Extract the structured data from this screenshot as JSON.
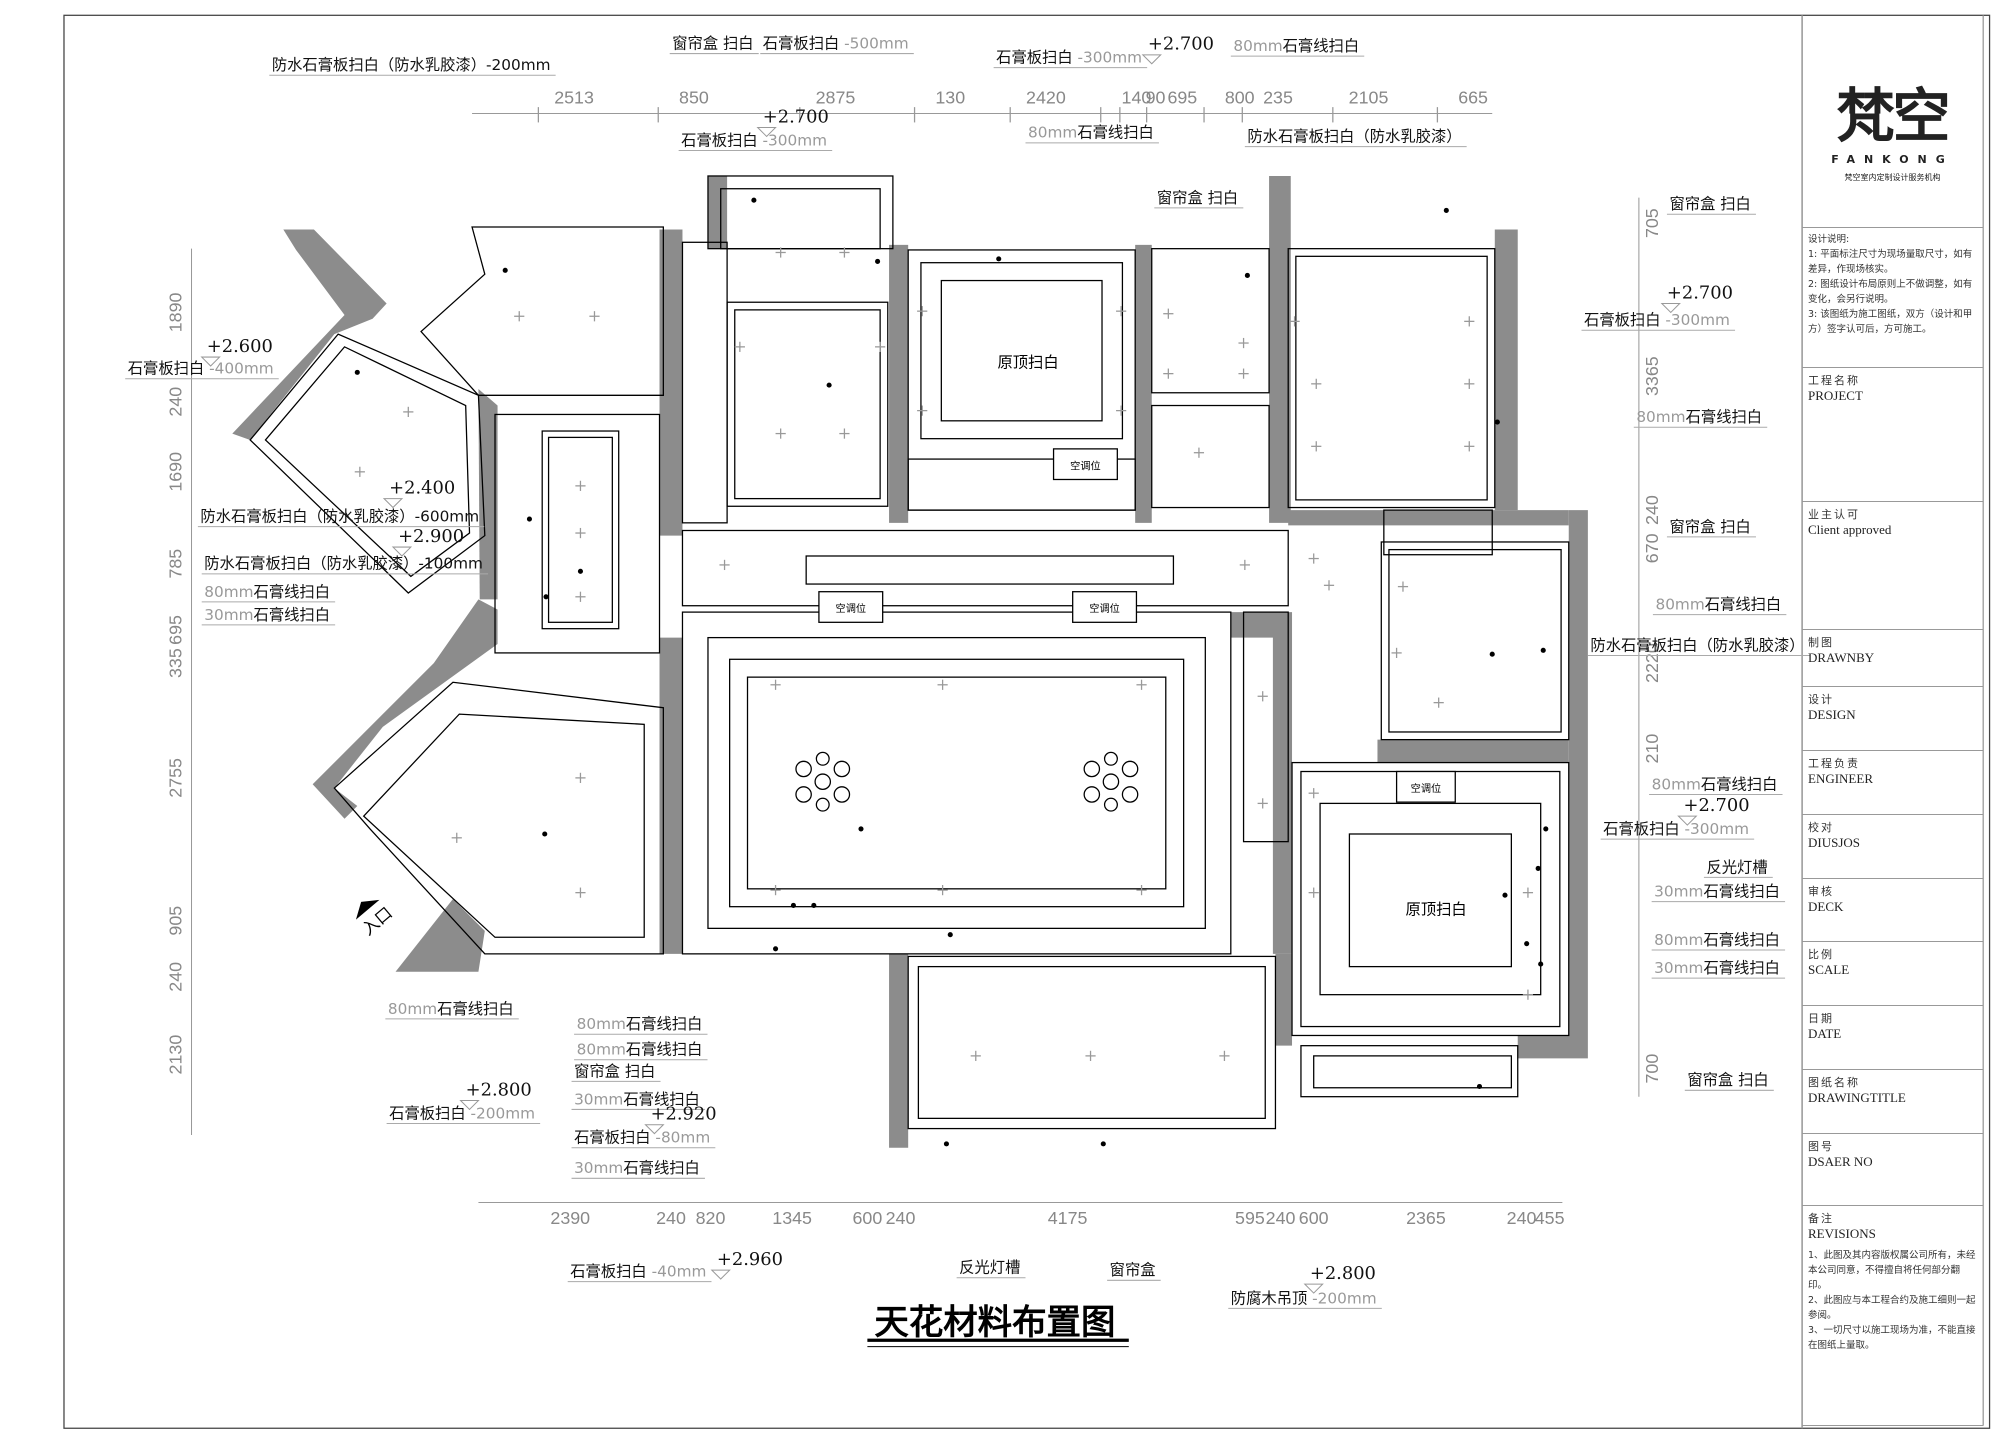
{
  "drawing_title": "天花材料布置图",
  "colors": {
    "wall": "#8c8c8c",
    "line": "#000000",
    "dim": "#888888"
  },
  "dimensions": {
    "top": [
      "2513",
      "850",
      "2875",
      "130",
      "2420",
      "140",
      "90",
      "695",
      "800",
      "235",
      "2105",
      "665"
    ],
    "bottom": [
      "2390",
      "240",
      "820",
      "1345",
      "600",
      "240",
      "4175",
      "595",
      "240",
      "600",
      "2365",
      "240",
      "455"
    ],
    "left": [
      "1890",
      "240",
      "1690",
      "785",
      "695",
      "335",
      "2755",
      "905",
      "240",
      "2130"
    ],
    "right": [
      "705",
      "3365",
      "240",
      "670",
      "2220",
      "210",
      "700"
    ]
  },
  "annotations": [
    {
      "pre": "",
      "text": "防水石膏板扫白（防水乳胶漆）-200mm",
      "post": ""
    },
    {
      "pre": "",
      "text": "窗帘盒 扫白",
      "post": ""
    },
    {
      "pre": "",
      "text": "石膏板扫白",
      "post": " -500mm"
    },
    {
      "pre": "",
      "text": "石膏板扫白",
      "post": " -300mm"
    },
    {
      "pre": "",
      "text": "石膏板扫白",
      "post": " -300mm"
    },
    {
      "pre": "80mm",
      "text": "石膏线扫白",
      "post": ""
    },
    {
      "pre": "80mm",
      "text": "石膏线扫白",
      "post": ""
    },
    {
      "pre": "",
      "text": "防水石膏板扫白（防水乳胶漆）",
      "post": ""
    },
    {
      "pre": "",
      "text": "窗帘盒 扫白",
      "post": ""
    },
    {
      "pre": "",
      "text": "窗帘盒 扫白",
      "post": ""
    },
    {
      "pre": "",
      "text": "石膏板扫白",
      "post": " -300mm"
    },
    {
      "pre": "80mm",
      "text": "石膏线扫白",
      "post": ""
    },
    {
      "pre": "",
      "text": "窗帘盒 扫白",
      "post": ""
    },
    {
      "pre": "80mm",
      "text": "石膏线扫白",
      "post": ""
    },
    {
      "pre": "",
      "text": "防水石膏板扫白（防水乳胶漆）",
      "post": ""
    },
    {
      "pre": "80mm",
      "text": "石膏线扫白",
      "post": ""
    },
    {
      "pre": "",
      "text": "石膏板扫白",
      "post": " -300mm"
    },
    {
      "pre": "",
      "text": "反光灯槽",
      "post": ""
    },
    {
      "pre": "30mm",
      "text": "石膏线扫白",
      "post": ""
    },
    {
      "pre": "80mm",
      "text": "石膏线扫白",
      "post": ""
    },
    {
      "pre": "30mm",
      "text": "石膏线扫白",
      "post": ""
    },
    {
      "pre": "",
      "text": "窗帘盒 扫白",
      "post": ""
    },
    {
      "pre": "",
      "text": "石膏板扫白",
      "post": " -400mm"
    },
    {
      "pre": "",
      "text": "防水石膏板扫白（防水乳胶漆）-600mm",
      "post": ""
    },
    {
      "pre": "",
      "text": "防水石膏板扫白（防水乳胶漆）-100mm",
      "post": ""
    },
    {
      "pre": "80mm",
      "text": "石膏线扫白",
      "post": ""
    },
    {
      "pre": "30mm",
      "text": "石膏线扫白",
      "post": ""
    },
    {
      "pre": "80mm",
      "text": "石膏线扫白",
      "post": ""
    },
    {
      "pre": "80mm",
      "text": "石膏线扫白",
      "post": ""
    },
    {
      "pre": "80mm",
      "text": "石膏线扫白",
      "post": ""
    },
    {
      "pre": "",
      "text": "窗帘盒  扫白",
      "post": ""
    },
    {
      "pre": "30mm",
      "text": "石膏线扫白",
      "post": ""
    },
    {
      "pre": "",
      "text": "石膏板扫白",
      "post": " -200mm"
    },
    {
      "pre": "",
      "text": "石膏板扫白",
      "post": " -80mm"
    },
    {
      "pre": "30mm",
      "text": "石膏线扫白",
      "post": ""
    },
    {
      "pre": "",
      "text": "石膏板扫白",
      "post": " -40mm"
    },
    {
      "pre": "",
      "text": "反光灯槽",
      "post": ""
    },
    {
      "pre": "",
      "text": "窗帘盒",
      "post": ""
    },
    {
      "pre": "",
      "text": "防腐木吊顶",
      "post": " -200mm"
    }
  ],
  "elevations": [
    "+2.700",
    "+2.700",
    "+2.700",
    "+2.700",
    "+2.600",
    "+2.400",
    "+2.900",
    "+2.800",
    "+2.920",
    "+2.960",
    "+2.800"
  ],
  "rooms": {
    "original_ceiling_1": "原顶扫白",
    "original_ceiling_2": "原顶扫白",
    "ac_positions": [
      "空调位",
      "空调位",
      "空调位",
      "空调位"
    ],
    "entrance": "入口"
  },
  "title_block": {
    "logo": {
      "mark": "梵空",
      "latin": "FANKONG",
      "tagline": "梵空室内定制设计服务机构"
    },
    "design_notes_heading": "设计说明:",
    "design_notes": [
      "1: 平面标注尺寸为现场量取尺寸，如有差异，作现场核实。",
      "2: 图纸设计布局原则上不做调整，如有变化，会另行说明。",
      "3: 该图纸为施工图纸，双方（设计和甲方）签字认可后，方可施工。"
    ],
    "fields": [
      {
        "cn": "工程名称",
        "en": "PROJECT"
      },
      {
        "cn": "业主认可",
        "en": "Client approved"
      },
      {
        "cn": "制图",
        "en": "DRAWNBY"
      },
      {
        "cn": "设计",
        "en": "DESIGN"
      },
      {
        "cn": "工程负责",
        "en": "ENGINEER"
      },
      {
        "cn": "校对",
        "en": "DIUSJOS"
      },
      {
        "cn": "审核",
        "en": "DECK"
      },
      {
        "cn": "比例",
        "en": "SCALE"
      },
      {
        "cn": "日期",
        "en": "DATE"
      },
      {
        "cn": "图纸名称",
        "en": "DRAWINGTITLE"
      },
      {
        "cn": "图号",
        "en": "DSAER NO"
      },
      {
        "cn": "备注",
        "en": "REVISIONS"
      }
    ],
    "revision_notes": [
      "1、此图及其内容版权属公司所有，未经本公司同意，不得擅自将任何部分翻印。",
      "2、此图应与本工程合约及施工细则一起参阅。",
      "3、一切尺寸以施工现场为准，不能直接在图纸上量取。"
    ]
  }
}
